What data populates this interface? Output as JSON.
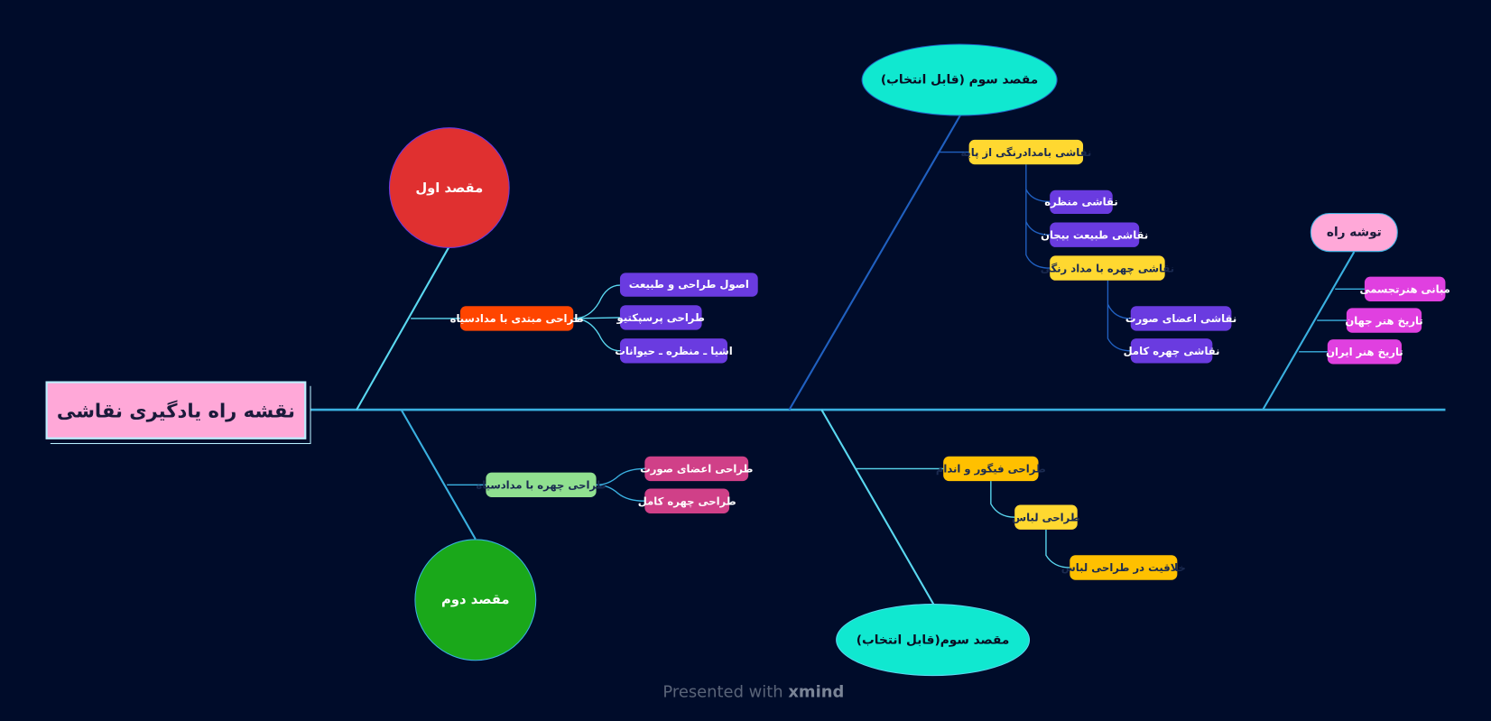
{
  "title": "نقشه راه یادگیری نقاشی",
  "goal1": {
    "label": "مقصد اول",
    "branch": "طراحی مبتدی با مدادسیاه",
    "children": [
      "اصول طراحی و طبیعت",
      "طراحی پرسپکتیو",
      "اشیا ـ منظره ـ حیوانات"
    ]
  },
  "goal2": {
    "label": "مقصد دوم",
    "branch": "طراحی چهره با مدادسیاه",
    "children": [
      "طراحی اعضای صورت",
      "طراحی چهره کامل"
    ]
  },
  "goal3a": {
    "label": "مقصد سوم (قابل انتخاب)",
    "branch": "نقاشی بامدادرنگی از پایه",
    "children": [
      "نقاشی منظره",
      "نقاشی طبیعت بیجان",
      "نقاشی چهره با مداد رنگی"
    ],
    "sub": [
      "نقاشی اعضای صورت",
      "نقاشی چهره کامل"
    ]
  },
  "goal3b": {
    "label": "مقصد سوم(قابل انتخاب)",
    "branch": "طراحی فیگور و اندام",
    "child": "طراحی لباس",
    "grandchild": "خلاقیت در طراحی لباس"
  },
  "provisions": {
    "label": "توشه راه",
    "children": [
      "مبانی هنرتجسمی",
      "تاریخ هنر جهان",
      "تاریخ هنر ایران"
    ]
  },
  "watermark": {
    "prefix": "Presented with ",
    "brand": "xmind"
  }
}
